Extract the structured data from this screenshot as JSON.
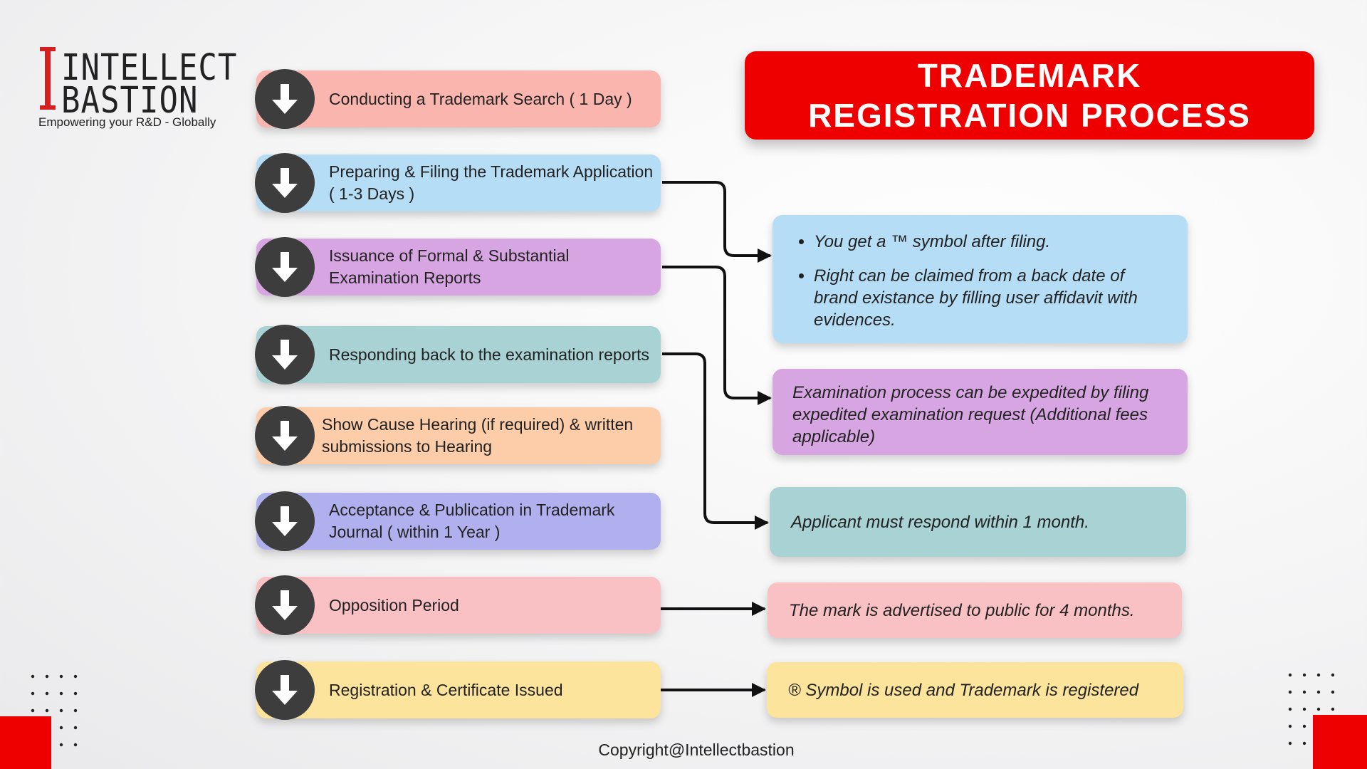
{
  "brand": {
    "logo_line1": "INTELLECT",
    "logo_line2": "BASTION",
    "tagline": "Empowering your R&D - Globally",
    "logo_icon": "pillar-i-icon",
    "accent_color": "#ee0000"
  },
  "title": {
    "line1": "TRADEMARK",
    "line2": "REGISTRATION PROCESS"
  },
  "steps": [
    {
      "label": "Conducting a Trademark Search ( 1 Day )",
      "color": "#f9b5ae",
      "icon": "arrow-down-icon"
    },
    {
      "label": "Preparing & Filing the Trademark Application ( 1-3 Days )",
      "color": "#b6ddf6",
      "icon": "arrow-down-icon"
    },
    {
      "label": "Issuance of Formal & Substantial Examination Reports",
      "color": "#d7a6e2",
      "icon": "arrow-down-icon"
    },
    {
      "label": "Responding back to the examination reports",
      "color": "#a8d2d4",
      "icon": "arrow-down-icon"
    },
    {
      "label": "Show Cause Hearing (if required) & written submissions to Hearing",
      "color": "#fdcca8",
      "icon": "arrow-down-icon"
    },
    {
      "label": "Acceptance & Publication in Trademark Journal ( within 1 Year )",
      "color": "#b0b0ee",
      "icon": "arrow-down-icon"
    },
    {
      "label": "Opposition Period",
      "color": "#fac1c4",
      "icon": "arrow-down-icon"
    },
    {
      "label": "Registration & Certificate Issued",
      "color": "#fde49c",
      "icon": "arrow-down-icon"
    }
  ],
  "notes": {
    "filing": {
      "bullets": [
        "You get a ™ symbol after filing.",
        "Right can be claimed from a back date of brand existance by filling user affidavit with evidences."
      ],
      "color": "#b6ddf6"
    },
    "examination": {
      "text": "Examination process can be expedited by filing expedited examination request (Additional fees applicable)",
      "color": "#d7a6e2"
    },
    "response": {
      "text": "Applicant must respond within 1 month.",
      "color": "#a8d2d4"
    },
    "opposition": {
      "text": "The mark is advertised to public for 4 months.",
      "color": "#fac1c4"
    },
    "registration": {
      "text": "® Symbol is used and Trademark is registered",
      "color": "#fde49c"
    }
  },
  "footer": {
    "copyright": "Copyright@Intellectbastion"
  }
}
